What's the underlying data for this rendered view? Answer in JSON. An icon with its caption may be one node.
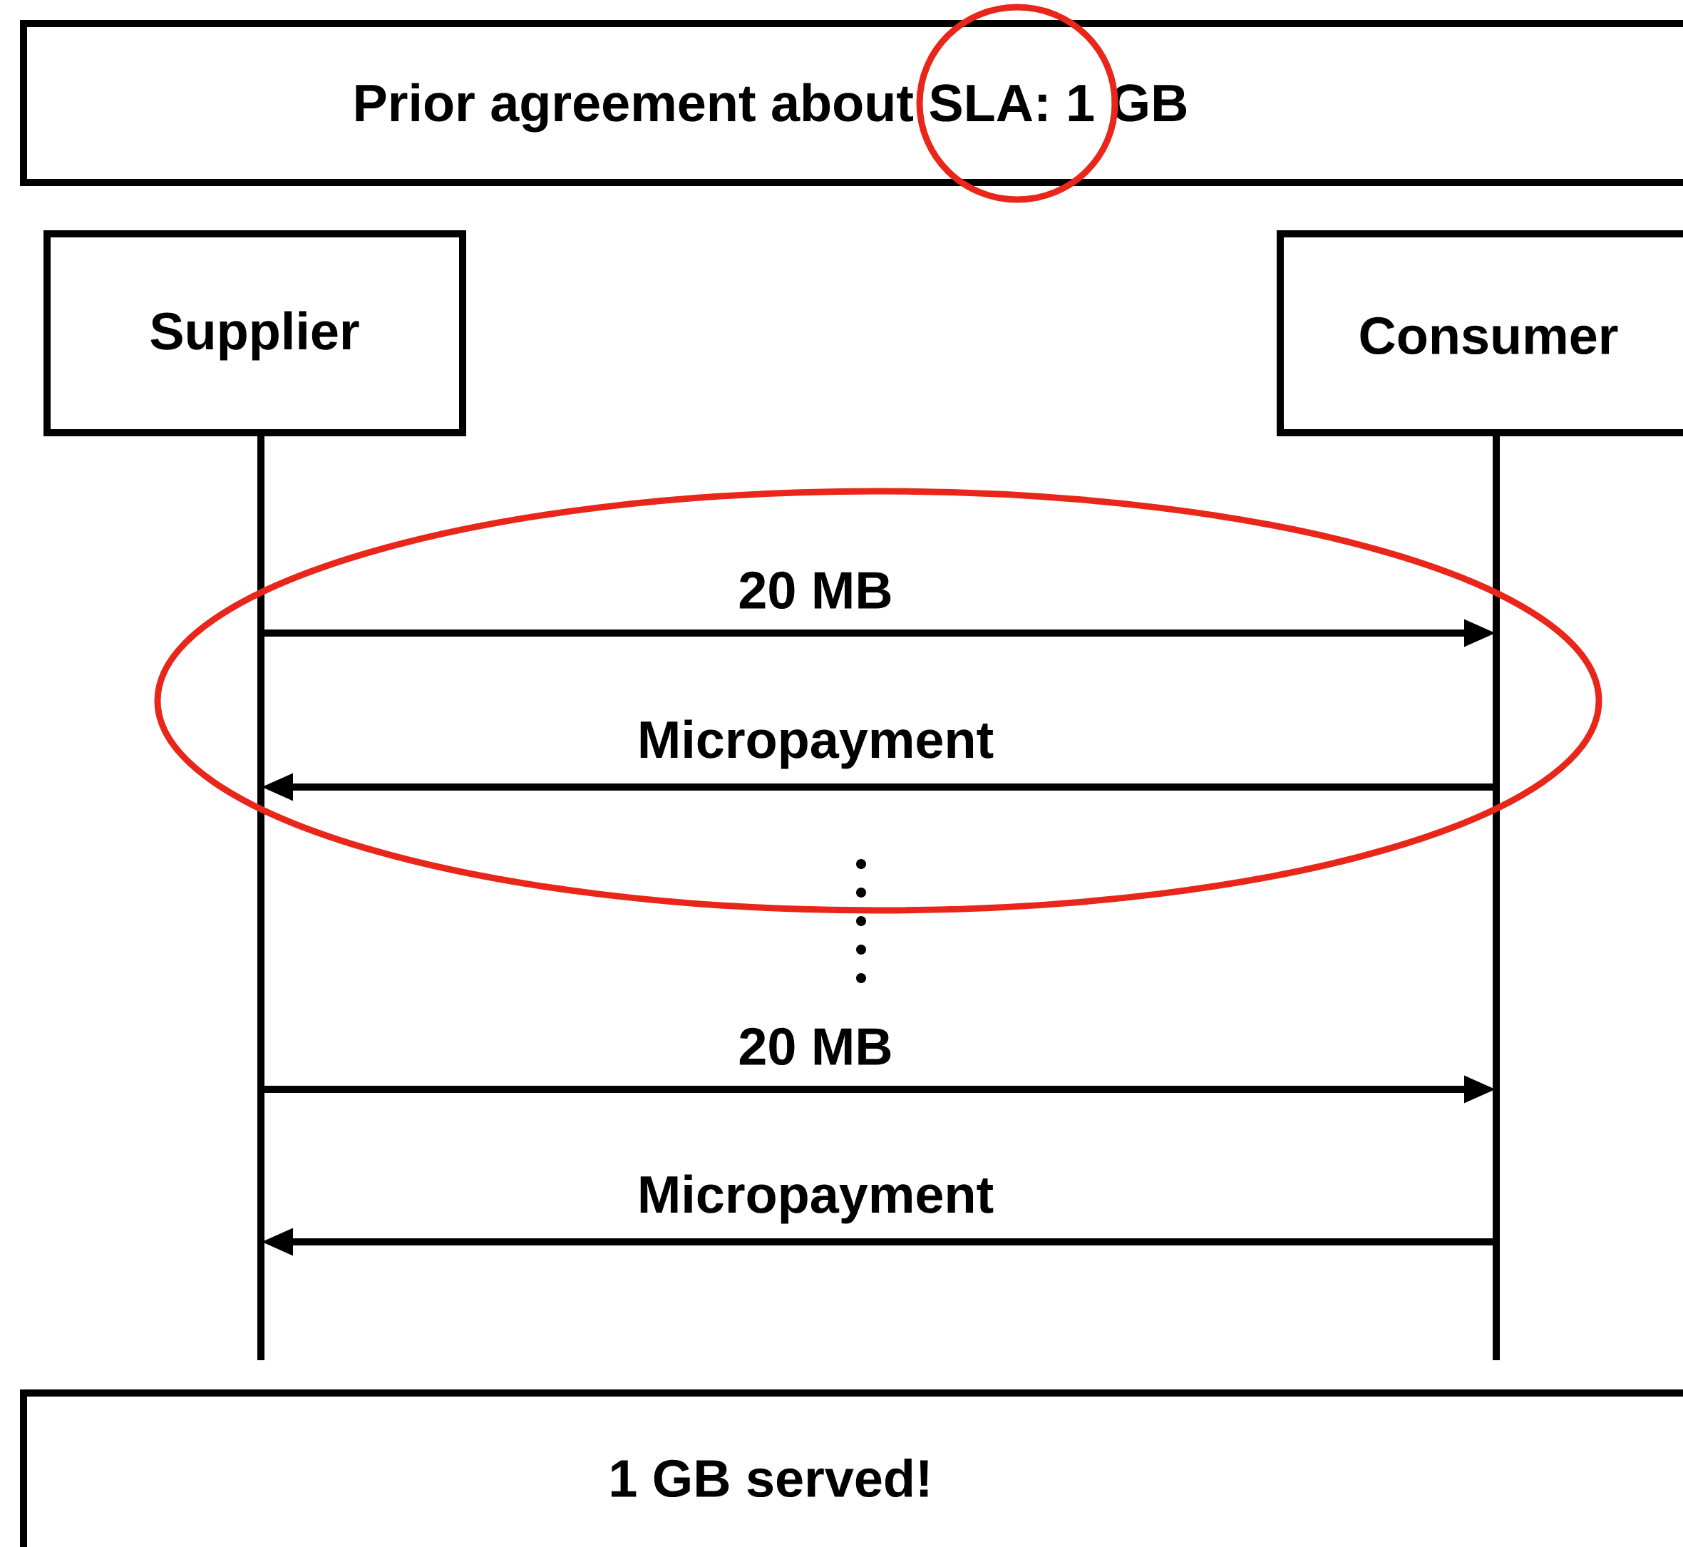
{
  "diagram": {
    "nodes": [
      {
        "text": [
          "Prior agreement about SLA: 1 GB"
        ]
      },
      {
        "text": [
          "Supplier"
        ]
      },
      {
        "text": [
          "Consumer"
        ]
      },
      {
        "text": [
          "1 GB served!"
        ]
      }
    ],
    "edges": [
      {
        "from": 1,
        "to": 2,
        "arrow": "to",
        "label": "20 MB"
      },
      {
        "from": 2,
        "to": 1,
        "arrow": "to",
        "label": "Micropayment"
      },
      {
        "from": 1,
        "to": 2,
        "arrow": "to",
        "label": "20 MB"
      },
      {
        "from": 2,
        "to": 1,
        "arrow": "to",
        "label": "Micropayment"
      }
    ]
  }
}
